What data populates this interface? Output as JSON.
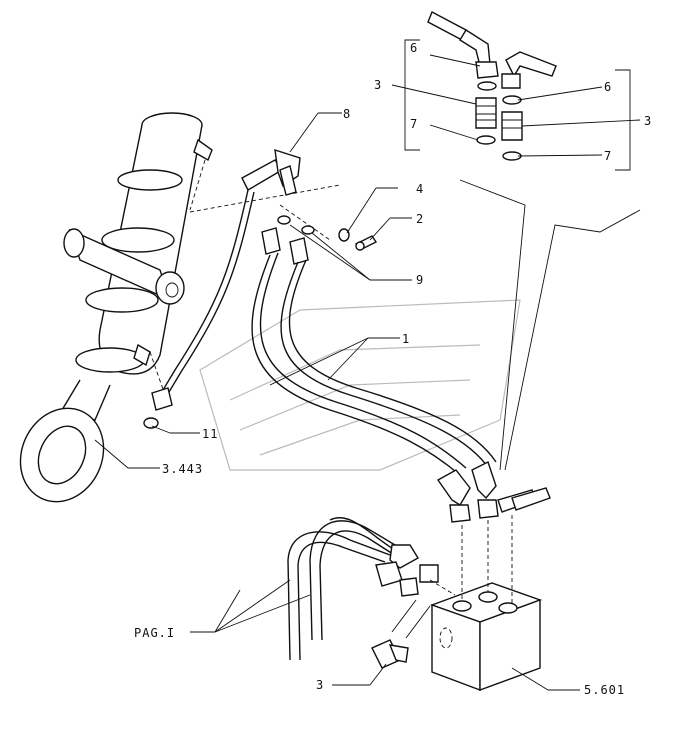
{
  "callouts": {
    "c1": "1",
    "c2": "2",
    "c3_top": "3",
    "c3_right": "3",
    "c3_bottom": "3",
    "c4": "4",
    "c6_left": "6",
    "c6_right": "6",
    "c7_left": "7",
    "c7_right": "7",
    "c8": "8",
    "c9": "9",
    "c11": "11",
    "ref_cylinder": "3.443",
    "ref_block": "5.601",
    "ref_page": "PAG.I"
  }
}
